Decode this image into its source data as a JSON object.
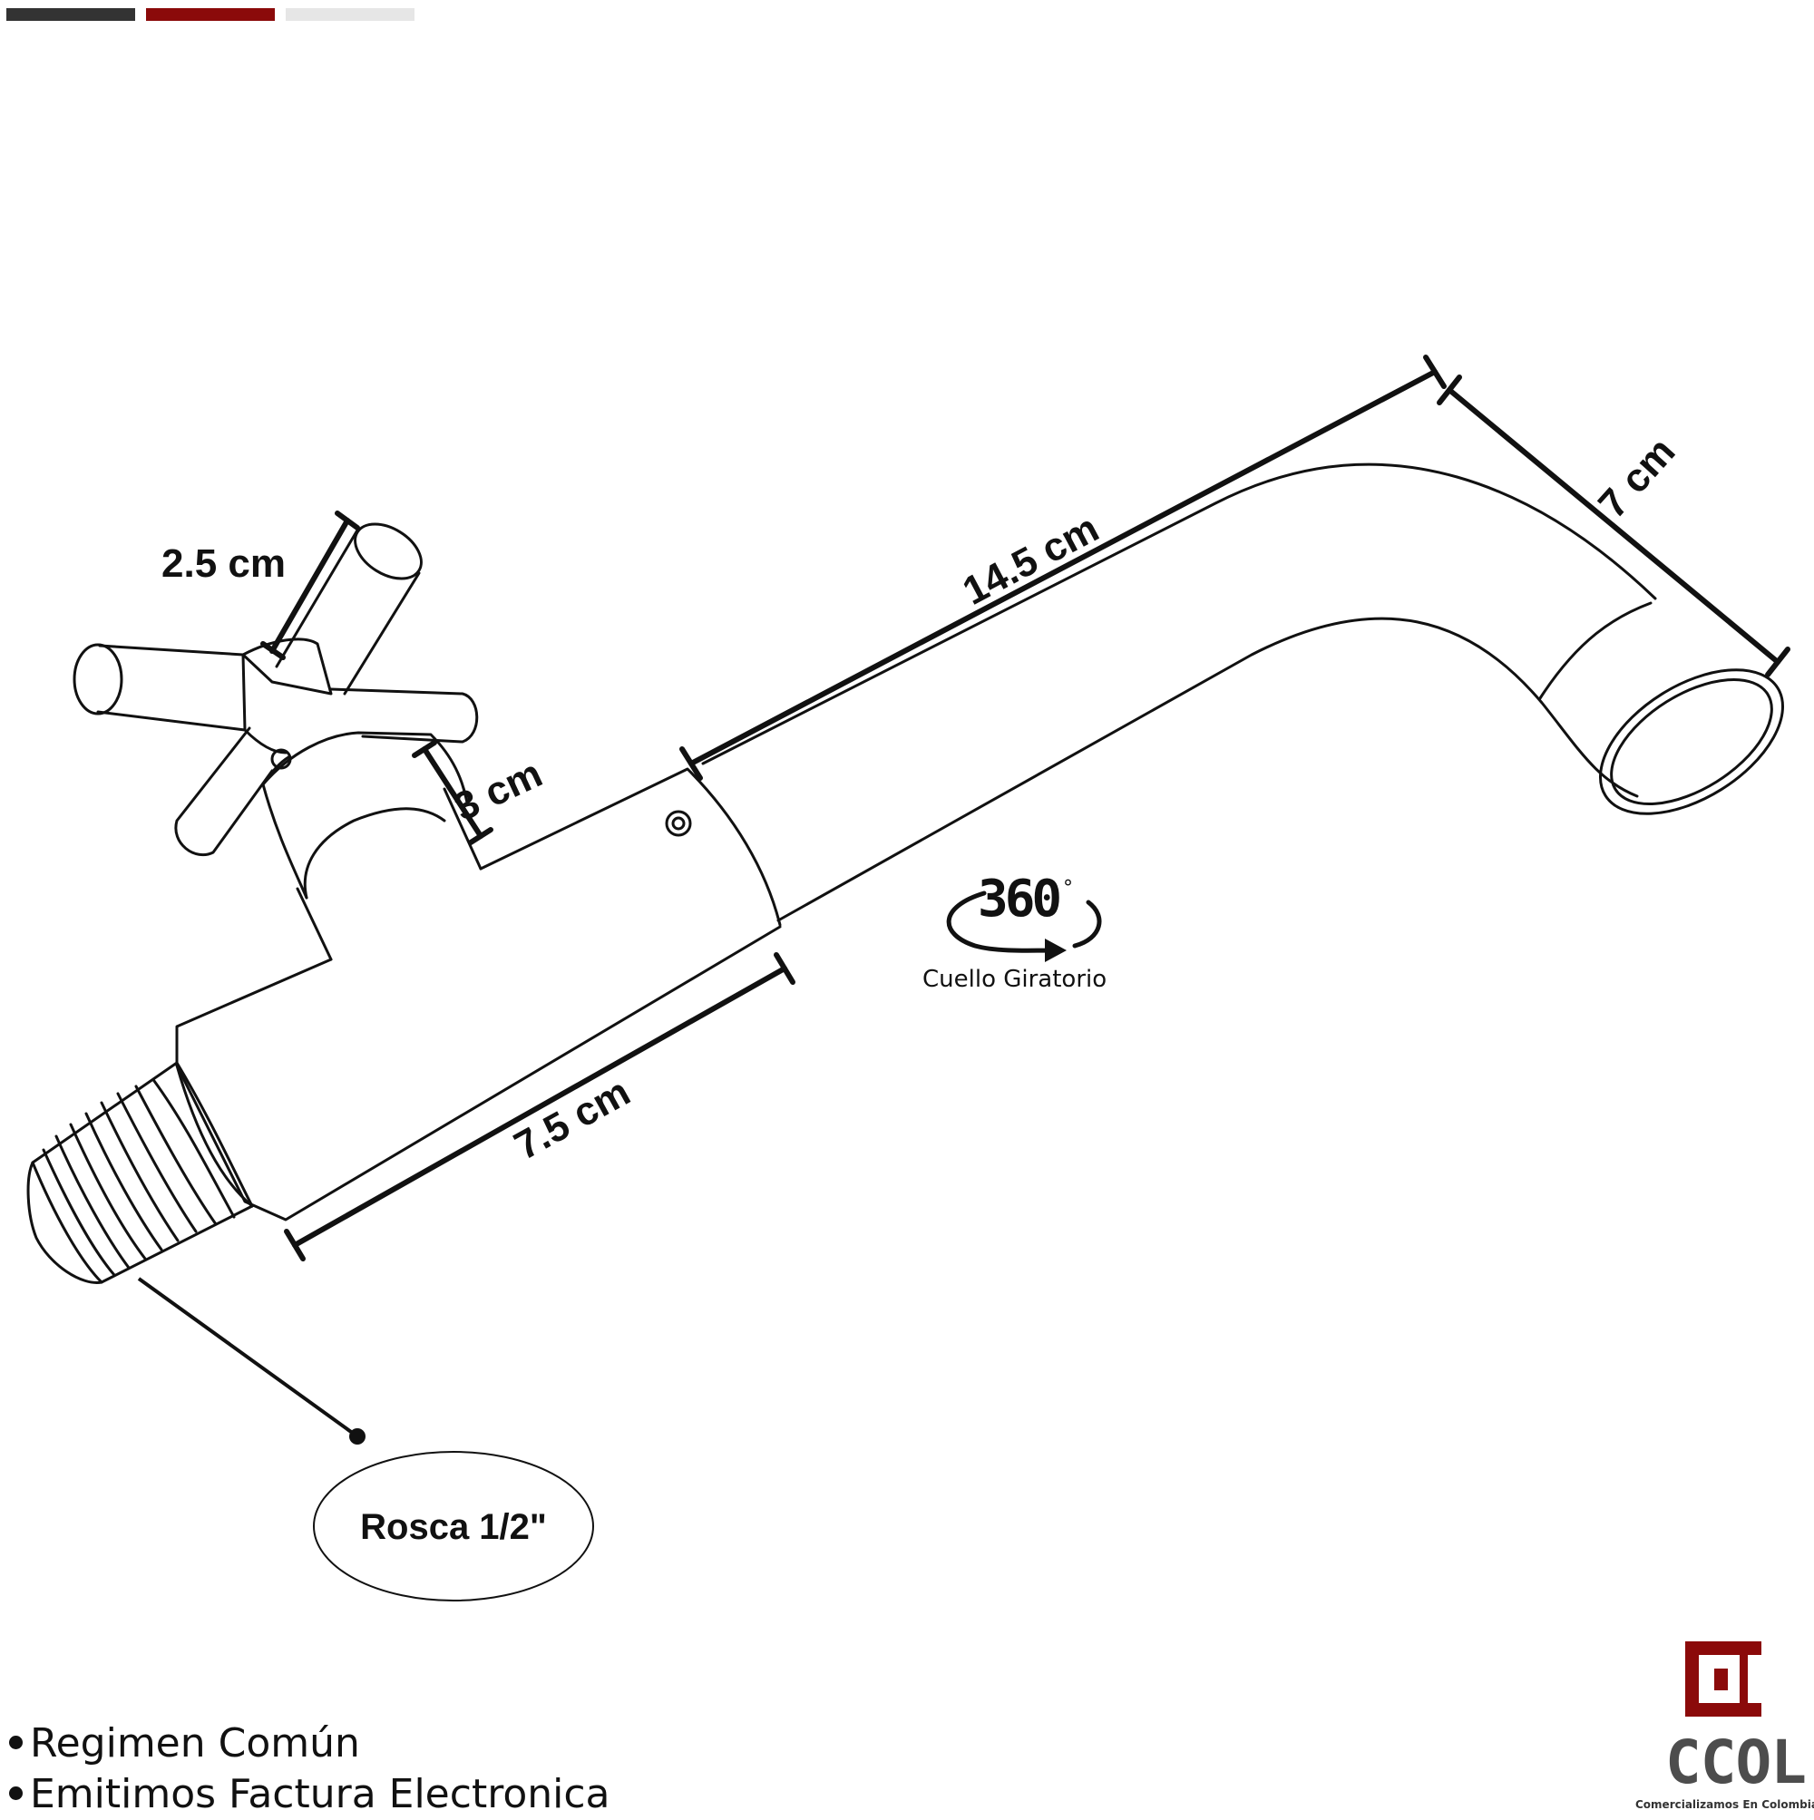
{
  "color_swatches": [
    {
      "name": "dark-gray",
      "color": "#333333"
    },
    {
      "name": "dark-red",
      "color": "#8b0a0a"
    },
    {
      "name": "light-gray",
      "color": "#e6e6e6"
    }
  ],
  "dimensions": {
    "handle": "2.5 cm",
    "bonnet": "3 cm",
    "spout_length": "14.5 cm",
    "spout_drop": "7 cm",
    "body_length": "7.5 cm"
  },
  "rotation": {
    "degrees": "360",
    "degree_symbol": "°",
    "caption": "Cuello Giratorio"
  },
  "thread_callout": "Rosca 1/2\"",
  "footnotes": [
    "Regimen Común",
    "Emitimos Factura Electronica"
  ],
  "brand": {
    "name": "CCOL",
    "tagline": "Comercializamos En Colombia",
    "accent_color": "#8b0a0a",
    "text_color": "#4d4d4d"
  }
}
